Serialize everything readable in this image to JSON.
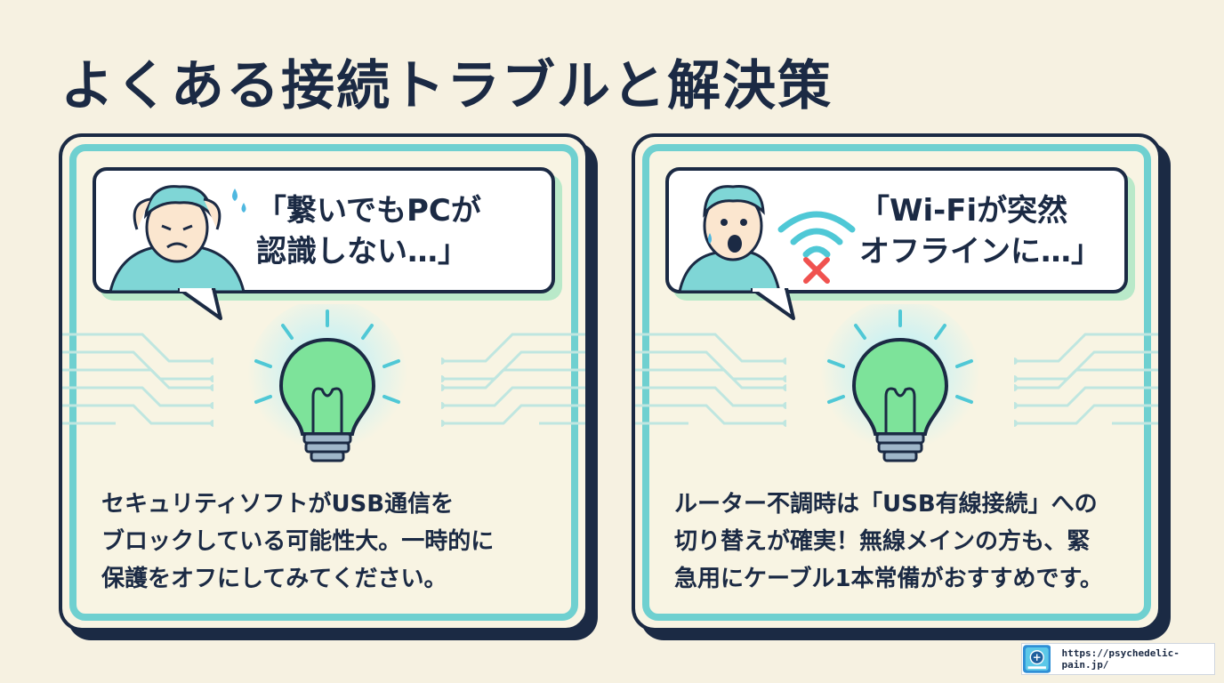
{
  "title": "よくある接続トラブルと解決策",
  "cards": [
    {
      "quote": "「繋いでもPCが\n認識しない…」",
      "description": "セキュリティソフトがUSB通信を\nブロックしている可能性大。一時的に\n保護をオフにしてみてください。",
      "avatar_icon": "worried-person-icon",
      "bulb_icon": "lightbulb-icon"
    },
    {
      "quote": "「Wi-Fiが突然\nオフラインに…」",
      "description": "ルーター不調時は「USB有線接続」への\n切り替えが確実！無線メインの方も、緊\n急用にケーブル1本常備がおすすめです。",
      "avatar_icon": "shocked-person-icon",
      "wifi_icon": "wifi-disconnected-icon",
      "bulb_icon": "lightbulb-icon"
    }
  ],
  "footer": {
    "url": "https://psychedelic-pain.jp/",
    "logo_icon": "device-hack-logo-icon"
  },
  "colors": {
    "background": "#f6f1e1",
    "navy": "#1b2a44",
    "teal": "#6fd0d0",
    "mint": "#b9e9c9",
    "bulb": "#7de39a"
  }
}
